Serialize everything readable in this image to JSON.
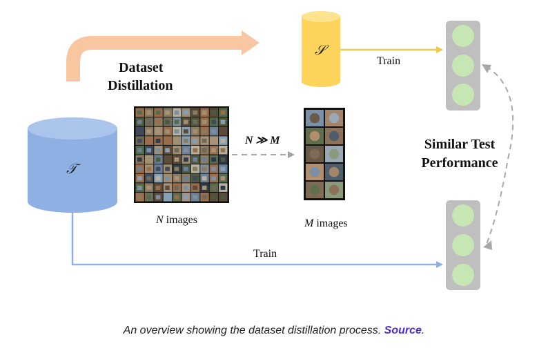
{
  "diagram": {
    "stage_label_line1": "Dataset",
    "stage_label_line2": "Distillation",
    "original_dataset_symbol": "𝒯",
    "synthetic_dataset_symbol": "𝒮",
    "train_label_top": "Train",
    "train_label_bottom": "Train",
    "ratio_label": "N ≫ M",
    "n_images_var": "N",
    "n_images_word": " images",
    "m_images_var": "M",
    "m_images_word": " images",
    "performance_line1": "Similar Test",
    "performance_line2": "Performance",
    "colors": {
      "original_dataset": "#8fb0e3",
      "synthetic_dataset": "#fcd35b",
      "distill_arrow": "#f8c6a1",
      "train_arrow_top": "#f8d86a",
      "train_arrow_bottom": "#8fb0e3",
      "model_body": "#bfbfbf",
      "model_node": "#c6e6b4",
      "dashed": "#a8a8a8"
    }
  },
  "caption": {
    "text": "An overview showing the dataset distillation process. ",
    "link": "Source",
    "end": "."
  }
}
